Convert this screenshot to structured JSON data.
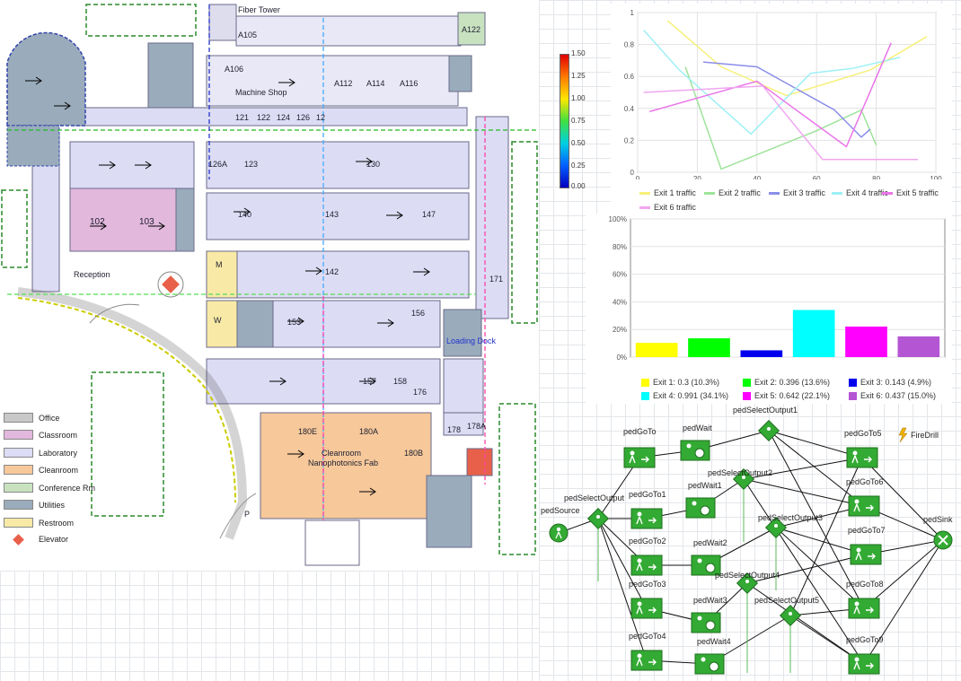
{
  "floorplan": {
    "rooms": [
      {
        "label": "Fiber Tower"
      },
      {
        "label": "A105"
      },
      {
        "label": "A106"
      },
      {
        "label": "Machine Shop"
      },
      {
        "label": "A112"
      },
      {
        "label": "A114"
      },
      {
        "label": "A116"
      },
      {
        "label": "A122"
      },
      {
        "label": "121"
      },
      {
        "label": "122"
      },
      {
        "label": "124"
      },
      {
        "label": "126"
      },
      {
        "label": "12"
      },
      {
        "label": "102"
      },
      {
        "label": "103"
      },
      {
        "label": "Reception"
      },
      {
        "label": "126A"
      },
      {
        "label": "123"
      },
      {
        "label": "130"
      },
      {
        "label": "140"
      },
      {
        "label": "143"
      },
      {
        "label": "147"
      },
      {
        "label": "142"
      },
      {
        "label": "171"
      },
      {
        "label": "153"
      },
      {
        "label": "156"
      },
      {
        "label": "Loading Dock"
      },
      {
        "label": "157"
      },
      {
        "label": "158"
      },
      {
        "label": "176"
      },
      {
        "label": "180E"
      },
      {
        "label": "180A"
      },
      {
        "label": "180B"
      },
      {
        "label": "Cleanroom"
      },
      {
        "label": "Nanophotonics Fab"
      },
      {
        "label": "178A"
      },
      {
        "label": "178"
      },
      {
        "label": "M"
      },
      {
        "label": "W"
      },
      {
        "label": "P"
      }
    ],
    "legend": [
      {
        "label": "Office",
        "color": "#c8c8c8"
      },
      {
        "label": "Classroom",
        "color": "#e2b8dc"
      },
      {
        "label": "Laboratory",
        "color": "#dcdcf4"
      },
      {
        "label": "Cleanroom",
        "color": "#f6c89a"
      },
      {
        "label": "Conference Rm",
        "color": "#c8e2c0"
      },
      {
        "label": "Utilities",
        "color": "#9aacbc"
      },
      {
        "label": "Restroom",
        "color": "#f8eaa6"
      },
      {
        "label": "Elevator",
        "color": "#e8604a"
      }
    ]
  },
  "colorbar": {
    "ticks": [
      "1.50",
      "1.25",
      "1.00",
      "0.75",
      "0.50",
      "0.25",
      "0.00"
    ]
  },
  "chart_data": [
    {
      "type": "line",
      "xlim": [
        0,
        100
      ],
      "ylim": [
        0,
        1
      ],
      "xticks": [
        "0",
        "20",
        "40",
        "60",
        "80",
        "100"
      ],
      "yticks": [
        "1",
        "0.8",
        "0.6",
        "0.4",
        "0.2",
        "0"
      ],
      "series": [
        {
          "name": "Exit 1 traffic",
          "color": "#f6f07a",
          "x": [
            10,
            28,
            50,
            78,
            97
          ],
          "y": [
            0.95,
            0.66,
            0.48,
            0.64,
            0.85
          ]
        },
        {
          "name": "Exit 2 traffic",
          "color": "#9ee39a",
          "x": [
            16,
            28,
            60,
            75,
            80
          ],
          "y": [
            0.66,
            0.02,
            0.26,
            0.39,
            0.17
          ]
        },
        {
          "name": "Exit 3 traffic",
          "color": "#8b8ee8",
          "x": [
            22,
            40,
            66,
            75,
            78
          ],
          "y": [
            0.69,
            0.66,
            0.39,
            0.22,
            0.27
          ]
        },
        {
          "name": "Exit 4 traffic",
          "color": "#9ef0f6",
          "x": [
            2,
            14,
            38,
            58,
            72,
            88
          ],
          "y": [
            0.89,
            0.64,
            0.24,
            0.62,
            0.65,
            0.72
          ]
        },
        {
          "name": "Exit 5 traffic",
          "color": "#ea74ea",
          "x": [
            4,
            40,
            70,
            85
          ],
          "y": [
            0.38,
            0.57,
            0.16,
            0.81
          ]
        },
        {
          "name": "Exit 6 traffic",
          "color": "#f0a6f0",
          "x": [
            2,
            42,
            62,
            94
          ],
          "y": [
            0.5,
            0.54,
            0.08,
            0.08
          ]
        }
      ]
    },
    {
      "type": "bar",
      "ylim": [
        0,
        100
      ],
      "yticks": [
        "100%",
        "80%",
        "60%",
        "40%",
        "20%",
        "0%"
      ],
      "categories": [
        "Exit 1",
        "Exit 2",
        "Exit 3",
        "Exit 4",
        "Exit 5",
        "Exit 6"
      ],
      "values": [
        10.3,
        13.6,
        4.9,
        34.1,
        22.1,
        15.0
      ],
      "colors": [
        "#ffff00",
        "#00ff00",
        "#0000ee",
        "#00ffff",
        "#ff00ff",
        "#b455d4"
      ],
      "legend": [
        "Exit 1: 0.3 (10.3%)",
        "Exit 2: 0.396 (13.6%)",
        "Exit 3: 0.143 (4.9%)",
        "Exit 4: 0.991 (34.1%)",
        "Exit 5: 0.642 (22.1%)",
        "Exit 6: 0.437 (15.0%)"
      ]
    }
  ],
  "flowchart": {
    "nodes": [
      {
        "id": "pedSource",
        "label": "pedSource",
        "kind": "source"
      },
      {
        "id": "pedSelectOutput",
        "label": "pedSelectOutput",
        "kind": "select"
      },
      {
        "id": "pedGoTo",
        "label": "pedGoTo",
        "kind": "goto"
      },
      {
        "id": "pedGoTo1",
        "label": "pedGoTo1",
        "kind": "goto"
      },
      {
        "id": "pedGoTo2",
        "label": "pedGoTo2",
        "kind": "goto"
      },
      {
        "id": "pedGoTo3",
        "label": "pedGoTo3",
        "kind": "goto"
      },
      {
        "id": "pedGoTo4",
        "label": "pedGoTo4",
        "kind": "goto"
      },
      {
        "id": "pedWait",
        "label": "pedWait",
        "kind": "wait"
      },
      {
        "id": "pedWait1",
        "label": "pedWait1",
        "kind": "wait"
      },
      {
        "id": "pedWait2",
        "label": "pedWait2",
        "kind": "wait"
      },
      {
        "id": "pedWait3",
        "label": "pedWait3",
        "kind": "wait"
      },
      {
        "id": "pedWait4",
        "label": "pedWait4",
        "kind": "wait"
      },
      {
        "id": "pedSelectOutput1",
        "label": "pedSelectOutput1",
        "kind": "select"
      },
      {
        "id": "pedSelectOutput2",
        "label": "pedSelectOutput2",
        "kind": "select"
      },
      {
        "id": "pedSelectOutput3",
        "label": "pedSelectOutput3",
        "kind": "select"
      },
      {
        "id": "pedSelectOutput4",
        "label": "pedSelectOutput4",
        "kind": "select"
      },
      {
        "id": "pedSelectOutput5",
        "label": "pedSelectOutput5",
        "kind": "select"
      },
      {
        "id": "pedGoTo5",
        "label": "pedGoTo5",
        "kind": "goto"
      },
      {
        "id": "pedGoTo6",
        "label": "pedGoTo6",
        "kind": "goto"
      },
      {
        "id": "pedGoTo7",
        "label": "pedGoTo7",
        "kind": "goto"
      },
      {
        "id": "pedGoTo8",
        "label": "pedGoTo8",
        "kind": "goto"
      },
      {
        "id": "pedGoTo9",
        "label": "pedGoTo9",
        "kind": "goto"
      },
      {
        "id": "pedSink",
        "label": "pedSink",
        "kind": "sink"
      }
    ],
    "event_label": "FireDrill"
  }
}
